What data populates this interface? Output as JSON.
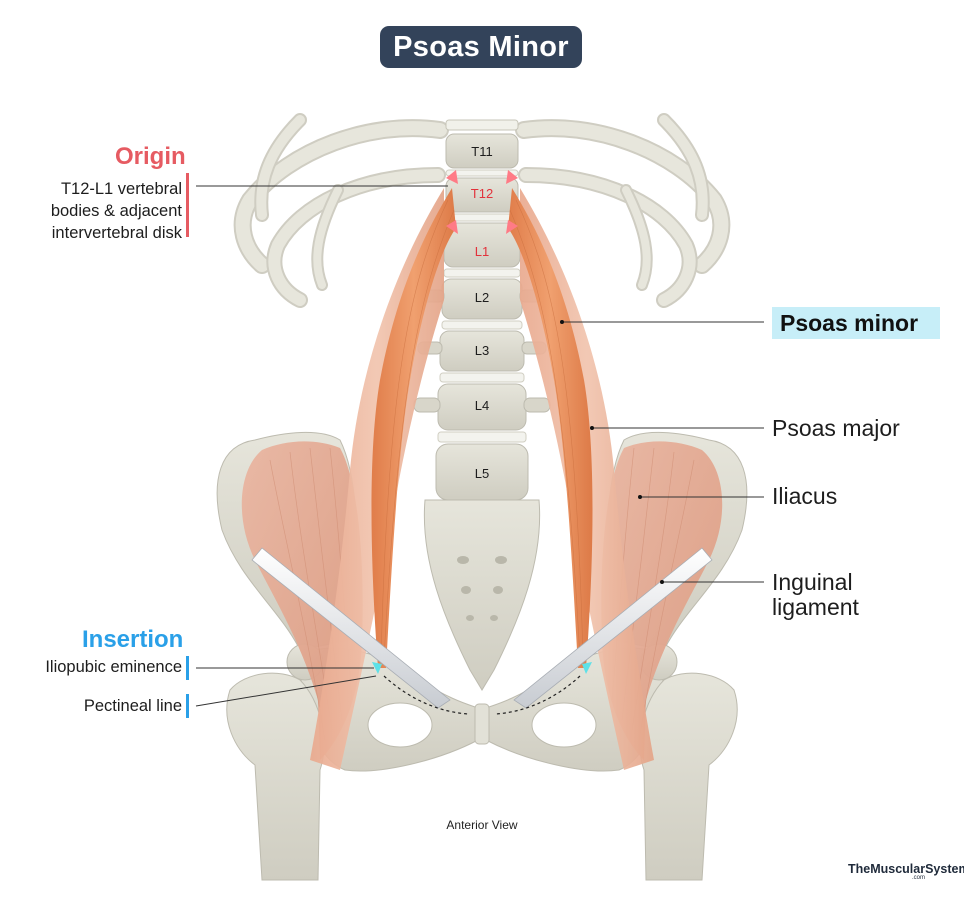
{
  "title": "Psoas Minor",
  "origin": {
    "heading": "Origin",
    "lines": [
      "T12-L1 vertebral",
      "bodies & adjacent",
      "intervertebral disk"
    ]
  },
  "insertion": {
    "heading": "Insertion",
    "items": [
      "Iliopubic eminence",
      "Pectineal line"
    ]
  },
  "labels": {
    "psoas_minor": "Psoas minor",
    "psoas_major": "Psoas major",
    "iliacus": "Iliacus",
    "inguinal_line1": "Inguinal",
    "inguinal_line2": "ligament"
  },
  "vertebrae": {
    "t11": "T11",
    "t12": "T12",
    "l1": "L1",
    "l2": "L2",
    "l3": "L3",
    "l4": "L4",
    "l5": "L5"
  },
  "caption": "Anterior View",
  "brand": "TheMuscularSystem",
  "brand_sub": ".com",
  "colors": {
    "title_bg": "#33435a",
    "origin": "#e65b62",
    "insertion": "#2aa0e8",
    "highlight_bg": "#c7eef8",
    "bone": "#dcdbd0",
    "muscle_minor": "#e88d5c",
    "muscle_major": "#eab39b"
  }
}
